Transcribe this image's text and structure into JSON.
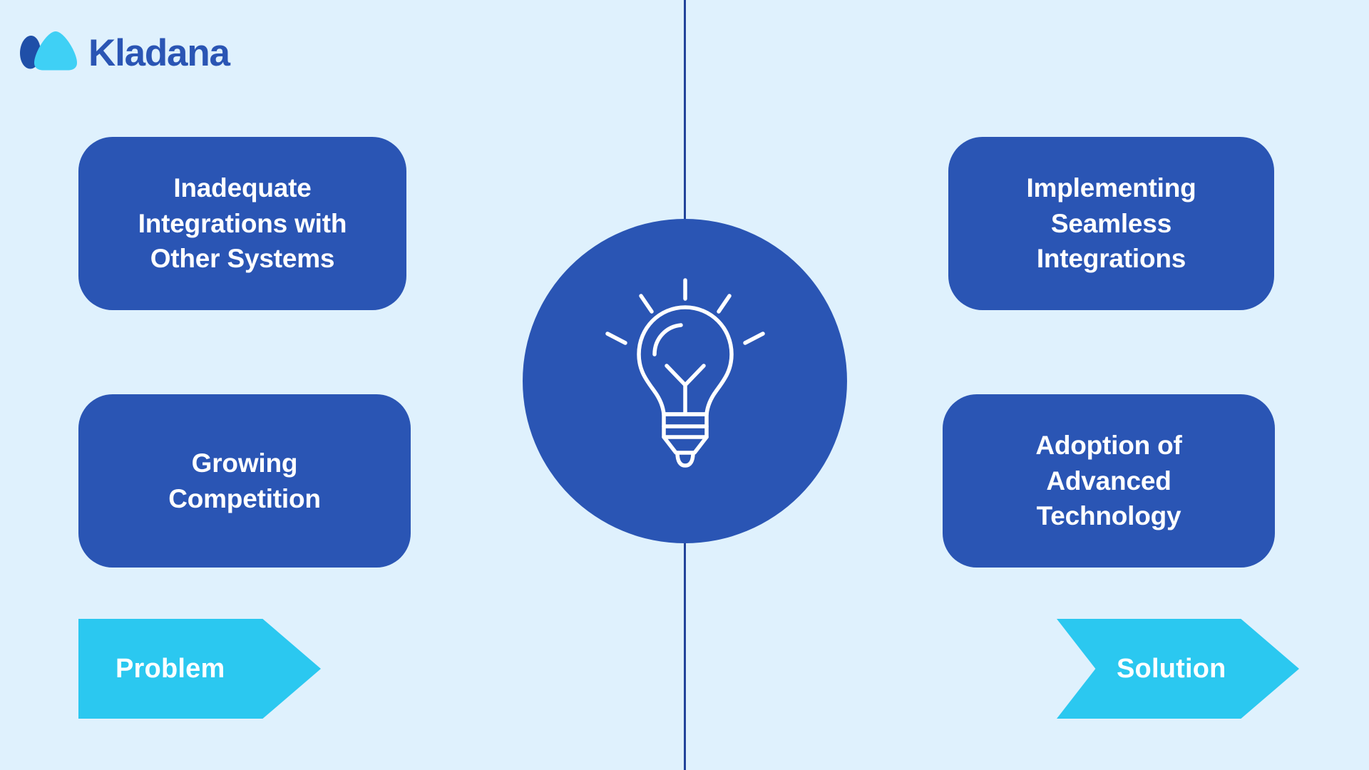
{
  "brand": {
    "name": "Kladana",
    "logo_icon": "kladana-mountain-logo",
    "mark_color_dark": "#1f4fa8",
    "mark_color_light": "#3fd0f5",
    "word_color": "#2a55b4"
  },
  "theme": {
    "background": "#dff1fd",
    "card_blue": "#2a55b4",
    "accent_cyan": "#2bc8f0",
    "divider": "#22449a",
    "text_on_card": "#ffffff"
  },
  "divider": {
    "name": "center-vertical-divider"
  },
  "center": {
    "icon": "lightbulb-icon",
    "circle_color": "#2a55b4"
  },
  "columns": {
    "problem": {
      "tag_label": "Problem",
      "cards": [
        {
          "text": "Inadequate\nIntegrations with\nOther Systems"
        },
        {
          "text": "Growing\nCompetition"
        }
      ]
    },
    "solution": {
      "tag_label": "Solution",
      "cards": [
        {
          "text": "Implementing\nSeamless\nIntegrations"
        },
        {
          "text": "Adoption of\nAdvanced\nTechnology"
        }
      ]
    }
  }
}
